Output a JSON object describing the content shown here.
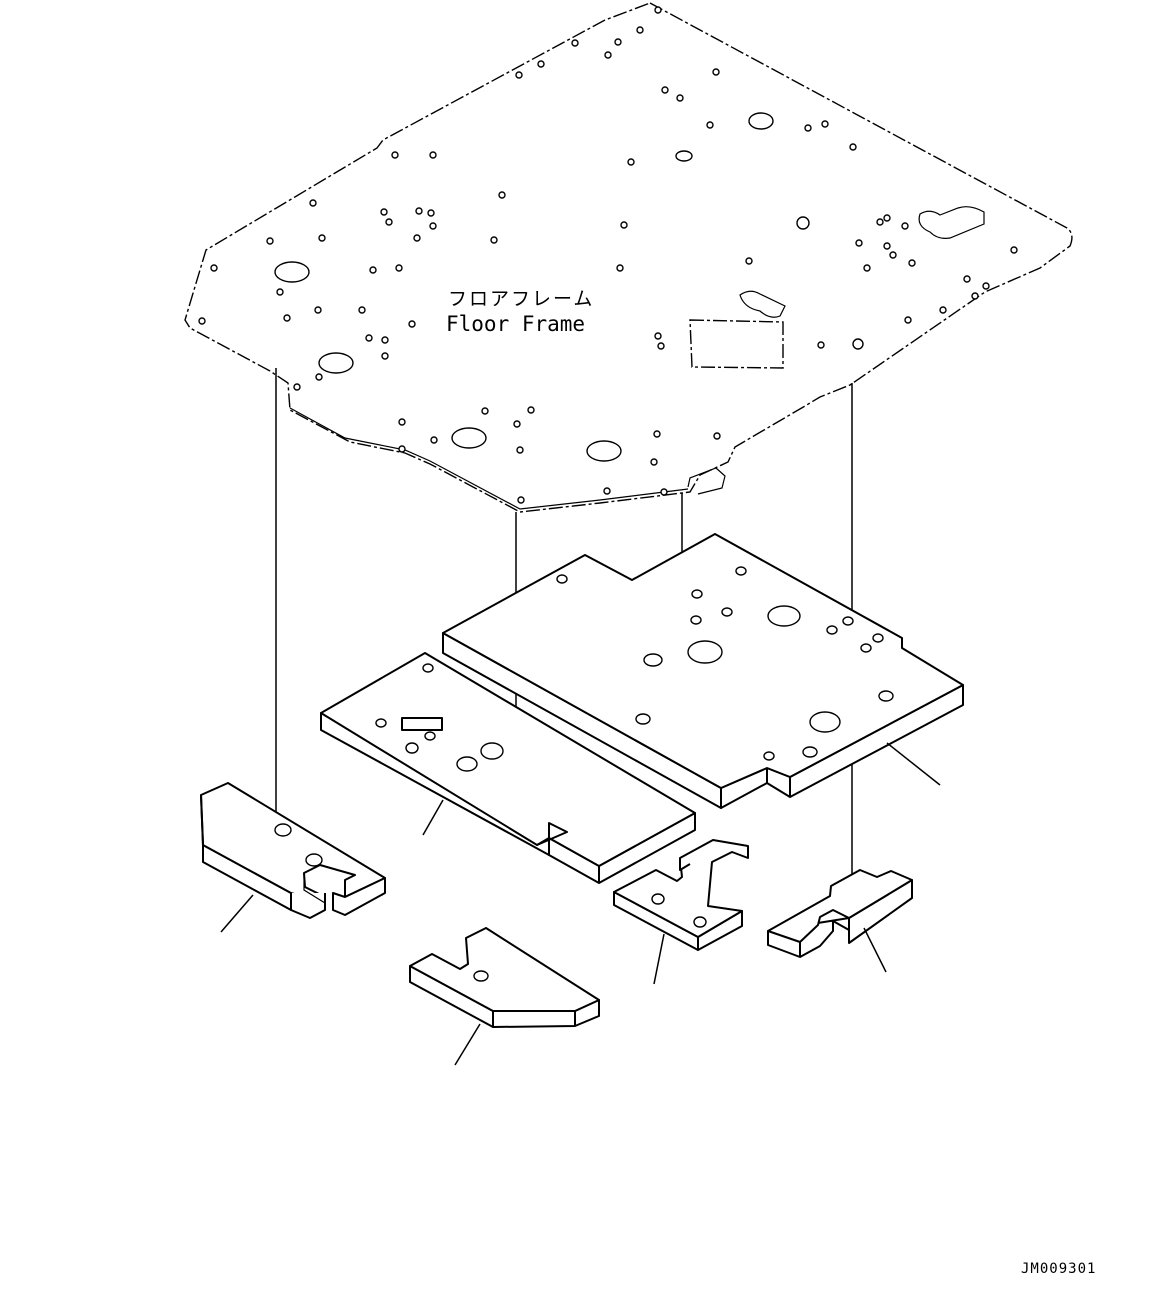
{
  "floor_frame": {
    "label_jp": "フロアフレーム",
    "label_en": "Floor Frame"
  },
  "drawing_code": "JM009301",
  "colors": {
    "line": "#000000",
    "background": "#ffffff"
  }
}
